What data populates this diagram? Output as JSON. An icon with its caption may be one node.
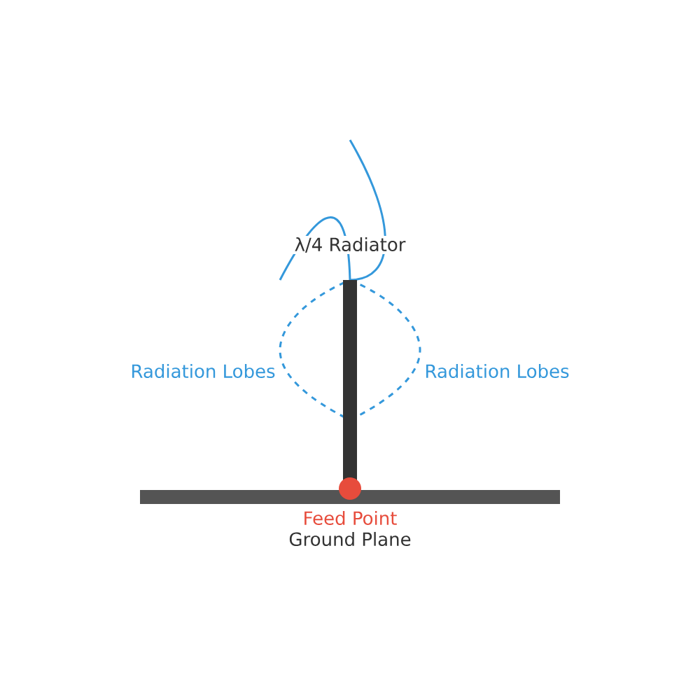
{
  "diagram": {
    "labels": [
      "λ/4 Radiator",
      "Radiation Lobes",
      "Radiation Lobes",
      "Feed Point",
      "Ground Plane"
    ]
  }
}
